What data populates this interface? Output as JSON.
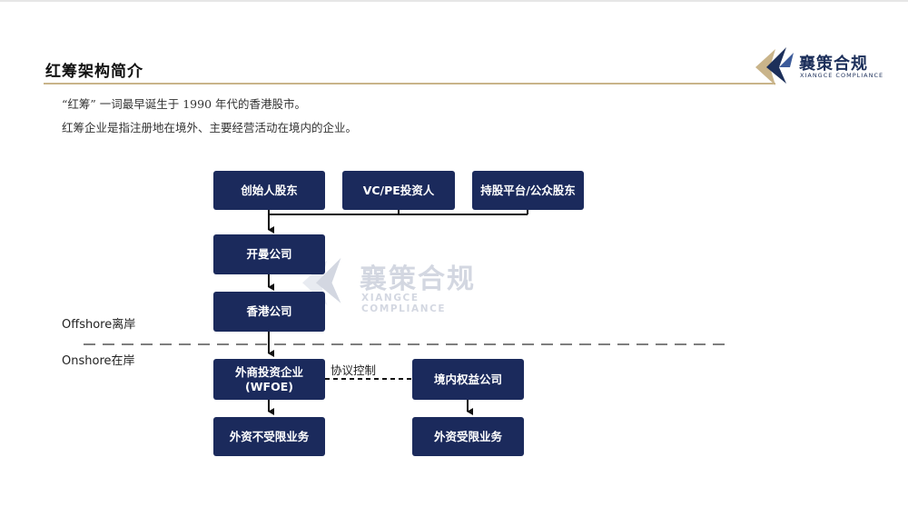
{
  "header": {
    "title": "红筹架构简介",
    "logo": {
      "name": "襄策合规",
      "subtitle": "XIANGCE COMPLIANCE"
    }
  },
  "intro": {
    "line1": "“红筹” 一词最早诞生于 1990 年代的香港股市。",
    "line2": "红筹企业是指注册地在境外、主要经营活动在境内的企业。"
  },
  "diagram": {
    "nodes": {
      "founder": "创始人股东",
      "vcpe": "VC/PE投资人",
      "esop": "持股平台/公众股东",
      "cayman": "开曼公司",
      "hk": "香港公司",
      "wfoe": "外商投资企业\n(WFOE)",
      "domestic": "境内权益公司",
      "unrestricted": "外资不受限业务",
      "restricted": "外资受限业务"
    },
    "zones": {
      "offshore": "Offshore离岸",
      "onshore": "Onshore在岸"
    },
    "edge_label": "协议控制"
  },
  "watermark": {
    "name": "襄策合规",
    "subtitle": "XIANGCE COMPLIANCE"
  },
  "colors": {
    "node_fill": "#1b2a5c",
    "accent_gold": "#c9b48a",
    "logo_navy": "#1c2f5a"
  }
}
